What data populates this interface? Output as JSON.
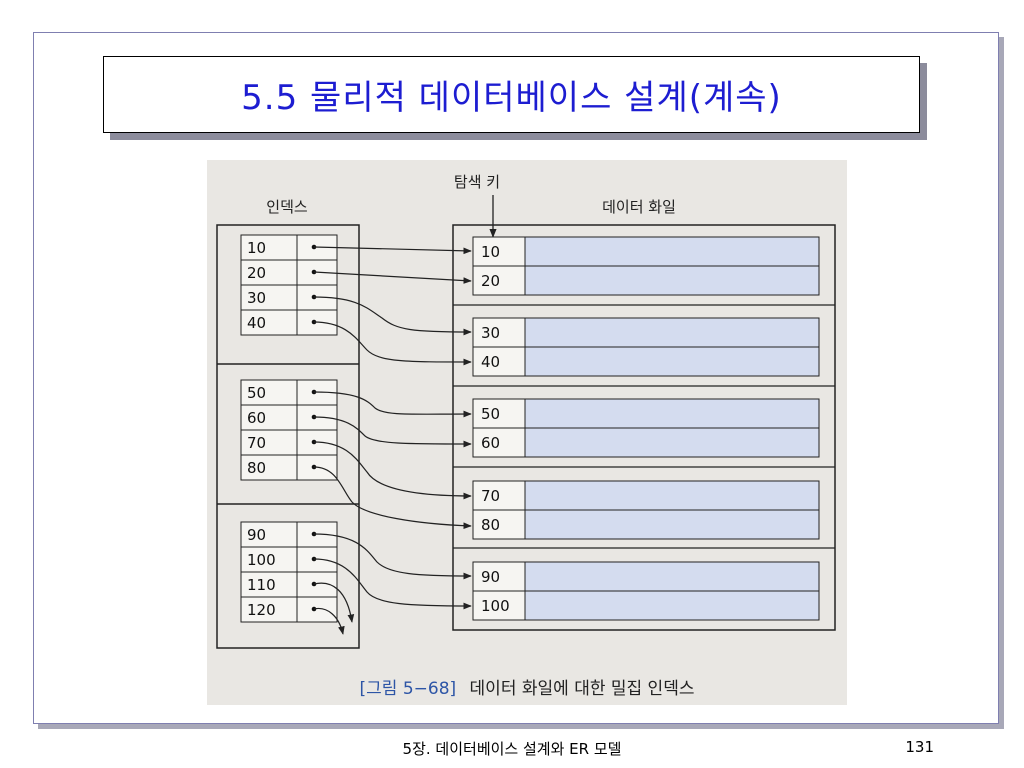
{
  "slide": {
    "title": "5.5 물리적 데이터베이스 설계(계속)",
    "footer": "5장. 데이터베이스 설계와 ER 모델",
    "page_number": "131"
  },
  "figure": {
    "search_key_label": "탐색 키",
    "index_label": "인덱스",
    "data_file_label": "데이터 화일",
    "caption_number": "[그림 5−68]",
    "caption_text": "데이터 화일에 대한 밀집 인덱스",
    "index_blocks": [
      [
        "10",
        "20",
        "30",
        "40"
      ],
      [
        "50",
        "60",
        "70",
        "80"
      ],
      [
        "90",
        "100",
        "110",
        "120"
      ]
    ],
    "data_blocks": [
      [
        "10",
        "20"
      ],
      [
        "30",
        "40"
      ],
      [
        "50",
        "60"
      ],
      [
        "70",
        "80"
      ],
      [
        "90",
        "100"
      ]
    ],
    "colors": {
      "title": "#1d1dd1",
      "caption_number": "#2d55a6",
      "record_fill": "#d4dcef",
      "key_fill": "#f6f5f2"
    }
  }
}
